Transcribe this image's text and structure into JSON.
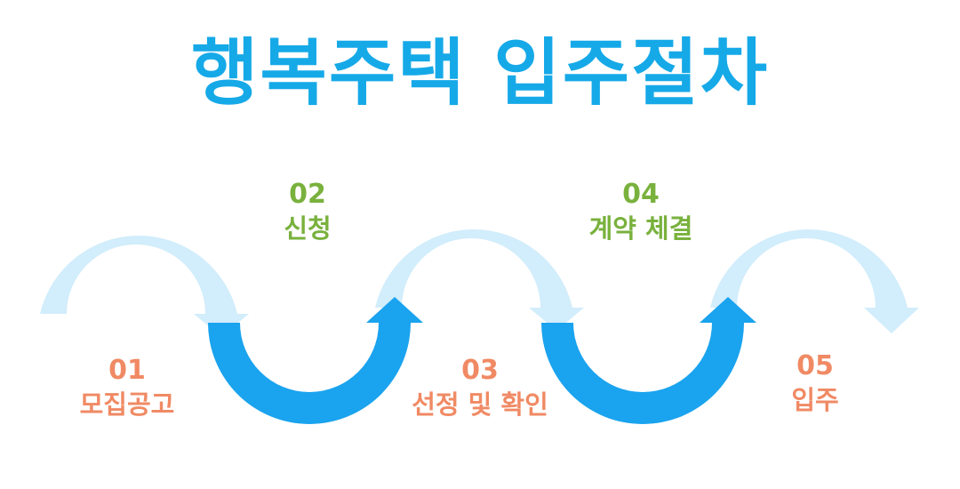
{
  "title": "행복주택 입주절차",
  "colors": {
    "title": "#16a9e8",
    "arrow_dark": "#1aa3ee",
    "arrow_light": "#d2edfb",
    "step_orange": "#f08a64",
    "step_green": "#79b13d"
  },
  "steps": [
    {
      "number": "01",
      "label": "모집공고",
      "color": "#f08a64"
    },
    {
      "number": "02",
      "label": "신청",
      "color": "#79b13d"
    },
    {
      "number": "03",
      "label": "선정 및 확인",
      "color": "#f08a64"
    },
    {
      "number": "04",
      "label": "계약 체결",
      "color": "#79b13d"
    },
    {
      "number": "05",
      "label": "입주",
      "color": "#f08a64"
    }
  ]
}
